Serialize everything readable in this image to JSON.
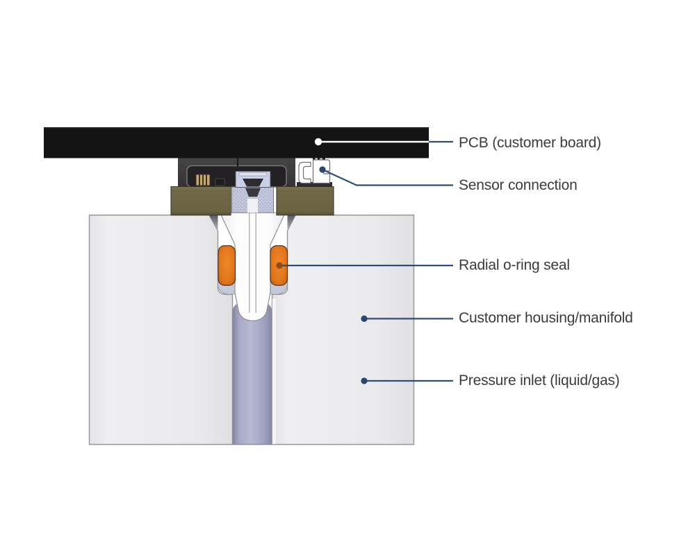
{
  "labels": [
    {
      "id": "pcb",
      "text": "PCB (customer board)"
    },
    {
      "id": "sensor-connection",
      "text": "Sensor connection"
    },
    {
      "id": "radial-oring-seal",
      "text": "Radial o-ring seal"
    },
    {
      "id": "customer-housing",
      "text": "Customer housing/manifold"
    },
    {
      "id": "pressure-inlet",
      "text": "Pressure inlet (liquid/gas)"
    }
  ],
  "colors": {
    "background": "#ffffff",
    "label_text": "#3b3b3b",
    "leader_line": "#2e4d7b",
    "leader_dot": "#2a4670",
    "pcb_black": "#141414",
    "pcb_leader_on_board": "#ffffff",
    "sensor_case": "#3a383a",
    "sensor_cavity": "#232123",
    "sensor_element_lavender": "#ccd0e6",
    "sensor_die_dark": "#2e2c2e",
    "component_tan": "#c9a86b",
    "flange_olive": "#6e6847",
    "oring_orange": "#e2771c",
    "port_white": "#fdfdfe",
    "seat_gray": "#c6c9da",
    "tube_lavender": "#a9abc9",
    "housing_gray": "#eaeaec",
    "housing_border": "#96969a"
  }
}
